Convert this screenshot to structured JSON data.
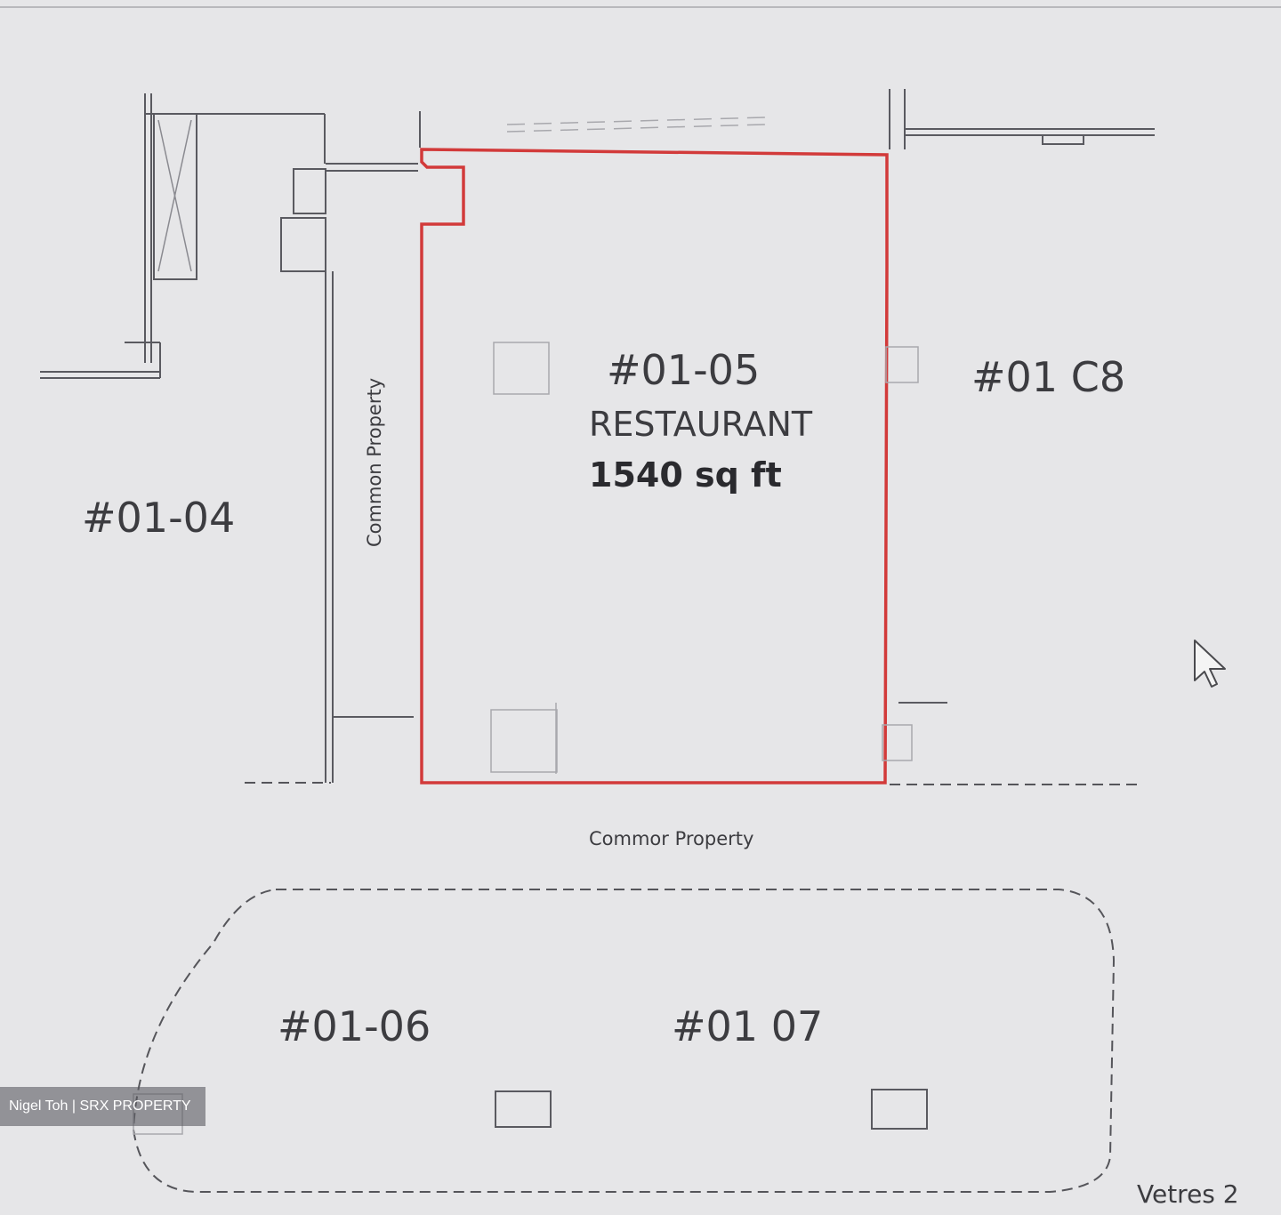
{
  "units": {
    "unit_0105": {
      "number": "#01-05",
      "use": "RESTAURANT",
      "area": "1540 sq ft"
    },
    "unit_0108": {
      "number": "#01 C8"
    },
    "unit_0104": {
      "number": "#01-04"
    },
    "unit_0106": {
      "number": "#01-06"
    },
    "unit_0107": {
      "number": "#01 07"
    }
  },
  "common_property": {
    "corridor_label": "Common Property",
    "front_label": "Commor   Property"
  },
  "scale": {
    "label": "Vetres  2"
  },
  "watermark": {
    "text": "Nigel Toh | SRX PROPERTY"
  },
  "colors": {
    "boundary": "#d23a3a",
    "lines": "#5a5a60",
    "background": "#e6e6e8"
  },
  "icons": {
    "cursor": "mouse-pointer-icon"
  }
}
